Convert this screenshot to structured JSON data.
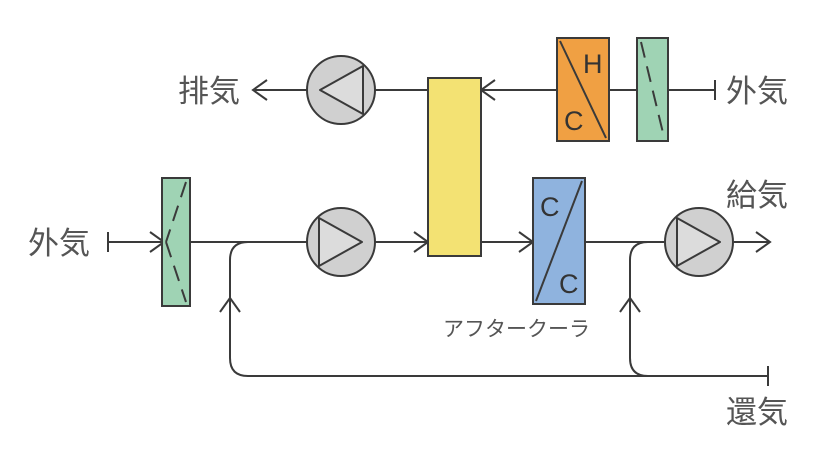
{
  "labels": {
    "exhaust": "排気",
    "outdoor_top": "外気",
    "outdoor_left": "外気",
    "supply": "給気",
    "return": "還気",
    "aftercooler": "アフタークーラ"
  },
  "coil_top": {
    "upper_letter": "H",
    "lower_letter": "C"
  },
  "coil_mid": {
    "upper_letter": "C",
    "lower_letter": "C"
  },
  "colors": {
    "filter": "#9fd3b4",
    "heat_exchanger": "#f3e273",
    "heating_cooling_coil": "#f0a043",
    "cooling_coil": "#8fb3de",
    "fan": "#d0d0d0",
    "line": "#3a3a3a"
  },
  "icons": [
    "fan-icon",
    "filter-icon",
    "coil-icon",
    "arrow-icon"
  ]
}
